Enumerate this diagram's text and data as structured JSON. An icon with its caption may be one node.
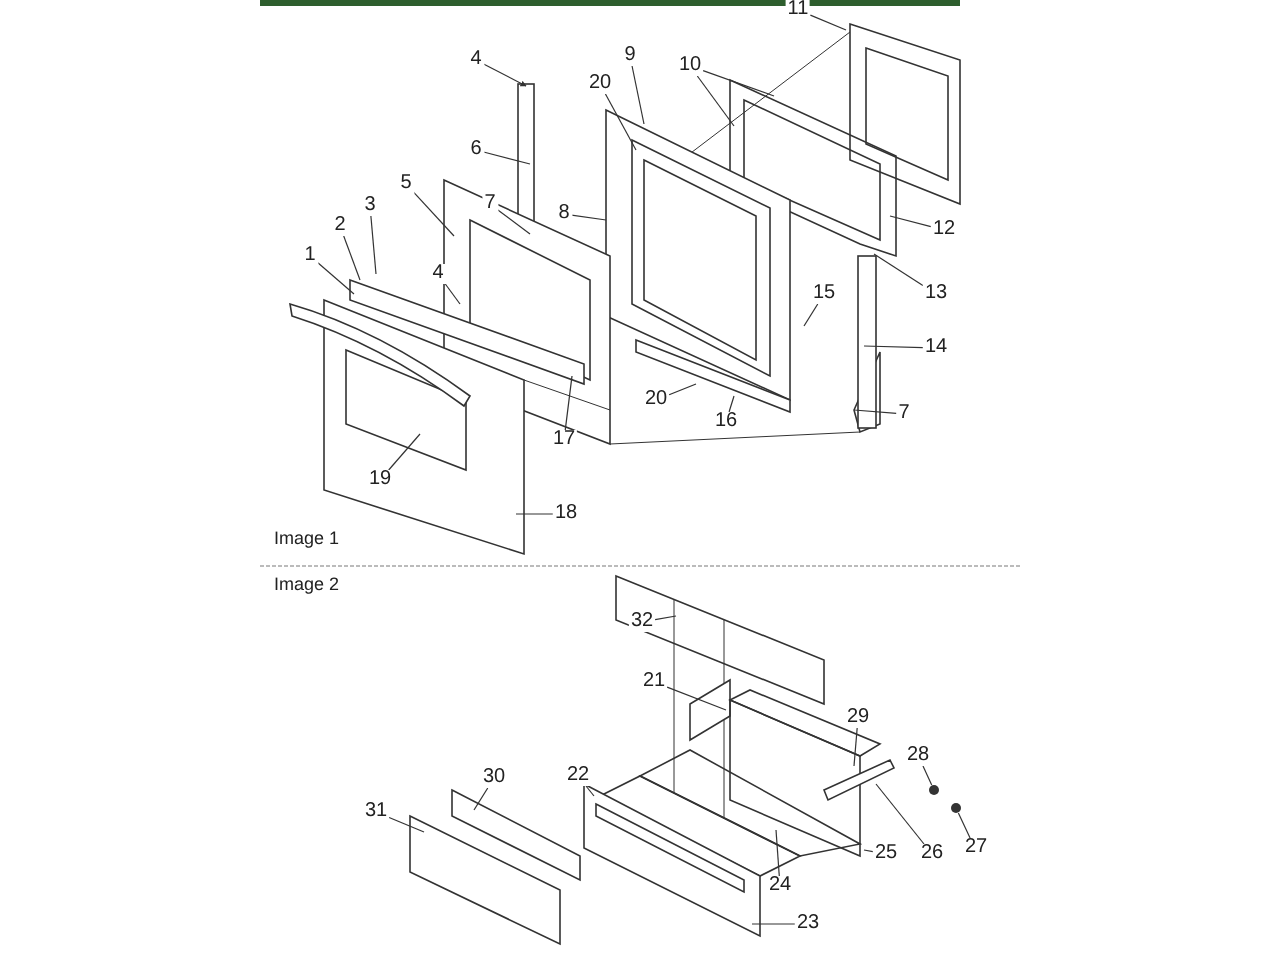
{
  "diagram": {
    "nodes": [
      {
        "text": [
          "11"
        ]
      },
      {
        "text": [
          "4"
        ]
      },
      {
        "text": [
          "20"
        ]
      },
      {
        "text": [
          "9"
        ]
      },
      {
        "text": [
          "10"
        ]
      },
      {
        "text": [
          "6"
        ]
      },
      {
        "text": [
          "5"
        ]
      },
      {
        "text": [
          "7"
        ]
      },
      {
        "text": [
          "8"
        ]
      },
      {
        "text": [
          "3"
        ]
      },
      {
        "text": [
          "2"
        ]
      },
      {
        "text": [
          "1"
        ]
      },
      {
        "text": [
          "4"
        ]
      },
      {
        "text": [
          "12"
        ]
      },
      {
        "text": [
          "13"
        ]
      },
      {
        "text": [
          "15"
        ]
      },
      {
        "text": [
          "14"
        ]
      },
      {
        "text": [
          "20"
        ]
      },
      {
        "text": [
          "16"
        ]
      },
      {
        "text": [
          "7"
        ]
      },
      {
        "text": [
          "17"
        ]
      },
      {
        "text": [
          "19"
        ]
      },
      {
        "text": [
          "18"
        ]
      },
      {
        "text": [
          "32"
        ]
      },
      {
        "text": [
          "21"
        ]
      },
      {
        "text": [
          "29"
        ]
      },
      {
        "text": [
          "28"
        ]
      },
      {
        "text": [
          "22"
        ]
      },
      {
        "text": [
          "30"
        ]
      },
      {
        "text": [
          "31"
        ]
      },
      {
        "text": [
          "27"
        ]
      },
      {
        "text": [
          "25"
        ]
      },
      {
        "text": [
          "26"
        ]
      },
      {
        "text": [
          "24"
        ]
      },
      {
        "text": [
          "23"
        ]
      },
      {
        "text": [],
        "shape": "circle"
      },
      {
        "text": [],
        "shape": "circle"
      }
    ],
    "edges": [
      {
        "from": 0,
        "to": null,
        "arrow": "none"
      },
      {
        "from": 1,
        "to": null,
        "arrow": "to"
      },
      {
        "from": 2,
        "to": null,
        "arrow": "none"
      },
      {
        "from": 3,
        "to": null,
        "arrow": "none"
      },
      {
        "from": 4,
        "to": null,
        "arrow": "none"
      },
      {
        "from": 4,
        "to": null,
        "arrow": "none"
      },
      {
        "from": 5,
        "to": null,
        "arrow": "none"
      },
      {
        "from": 6,
        "to": null,
        "arrow": "none"
      },
      {
        "from": 7,
        "to": null,
        "arrow": "none"
      },
      {
        "from": 8,
        "to": null,
        "arrow": "none"
      },
      {
        "from": 9,
        "to": null,
        "arrow": "none"
      },
      {
        "from": 10,
        "to": null,
        "arrow": "none"
      },
      {
        "from": 11,
        "to": null,
        "arrow": "none"
      },
      {
        "from": 12,
        "to": null,
        "arrow": "none"
      },
      {
        "from": 13,
        "to": null,
        "arrow": "none"
      },
      {
        "from": 14,
        "to": null,
        "arrow": "none"
      },
      {
        "from": 15,
        "to": null,
        "arrow": "none"
      },
      {
        "from": 16,
        "to": null,
        "arrow": "none"
      },
      {
        "from": 17,
        "to": null,
        "arrow": "none"
      },
      {
        "from": 18,
        "to": null,
        "arrow": "none"
      },
      {
        "from": 19,
        "to": null,
        "arrow": "none"
      },
      {
        "from": 20,
        "to": null,
        "arrow": "none"
      },
      {
        "from": 21,
        "to": null,
        "arrow": "none"
      },
      {
        "from": 22,
        "to": null,
        "arrow": "none"
      },
      {
        "from": 23,
        "to": null,
        "arrow": "none"
      },
      {
        "from": 24,
        "to": null,
        "arrow": "none"
      },
      {
        "from": 25,
        "to": null,
        "arrow": "none"
      },
      {
        "from": 26,
        "to": 35,
        "arrow": "none"
      },
      {
        "from": 27,
        "to": null,
        "arrow": "none"
      },
      {
        "from": 28,
        "to": null,
        "arrow": "none"
      },
      {
        "from": 29,
        "to": null,
        "arrow": "none"
      },
      {
        "from": 30,
        "to": 36,
        "arrow": "none"
      },
      {
        "from": 31,
        "to": null,
        "arrow": "none"
      },
      {
        "from": 32,
        "to": null,
        "arrow": "none"
      },
      {
        "from": 33,
        "to": null,
        "arrow": "none"
      },
      {
        "from": 34,
        "to": null,
        "arrow": "none"
      }
    ],
    "labels": [
      "Image 1",
      "Image 2"
    ]
  }
}
